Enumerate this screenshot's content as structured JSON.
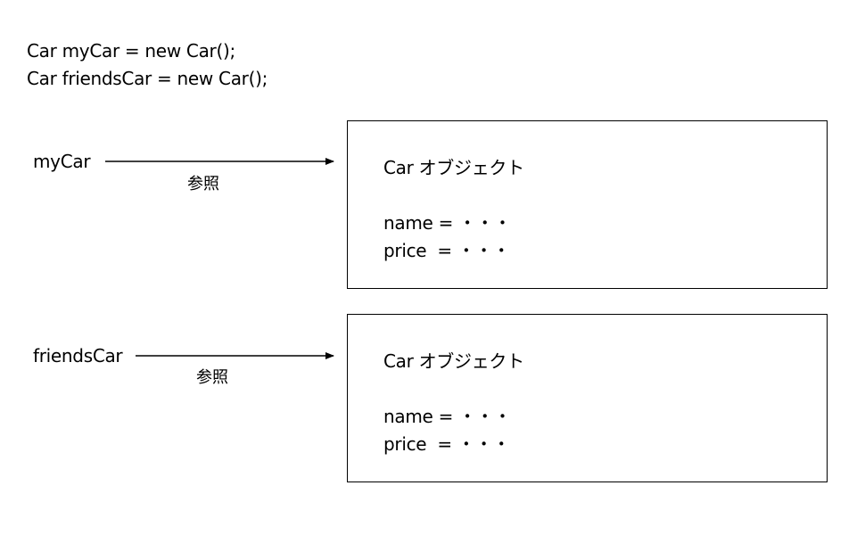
{
  "code": {
    "line1": "Car myCar = new Car();",
    "line2": "Car friendsCar = new Car();"
  },
  "references": [
    {
      "variable": "myCar",
      "arrow_label": "参照",
      "object": {
        "title": "Car オブジェクト",
        "fields": [
          "name = ・・・",
          "price  = ・・・"
        ]
      }
    },
    {
      "variable": "friendsCar",
      "arrow_label": "参照",
      "object": {
        "title": "Car オブジェクト",
        "fields": [
          "name = ・・・",
          "price  = ・・・"
        ]
      }
    }
  ],
  "colors": {
    "line": "#000000",
    "background": "#ffffff"
  }
}
